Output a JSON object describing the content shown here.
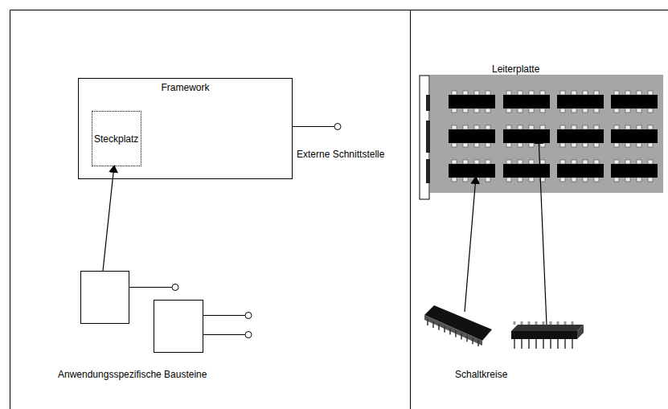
{
  "diagram": {
    "nodes": [
      {
        "text": [
          "Framework"
        ]
      },
      {
        "text": [
          "Steckplatz"
        ],
        "in": 0
      }
    ],
    "labels": [
      "Externe Schnittstelle",
      "Anwendungsspezifische Bausteine",
      "Leiterplatte",
      "Schaltkreise"
    ]
  }
}
